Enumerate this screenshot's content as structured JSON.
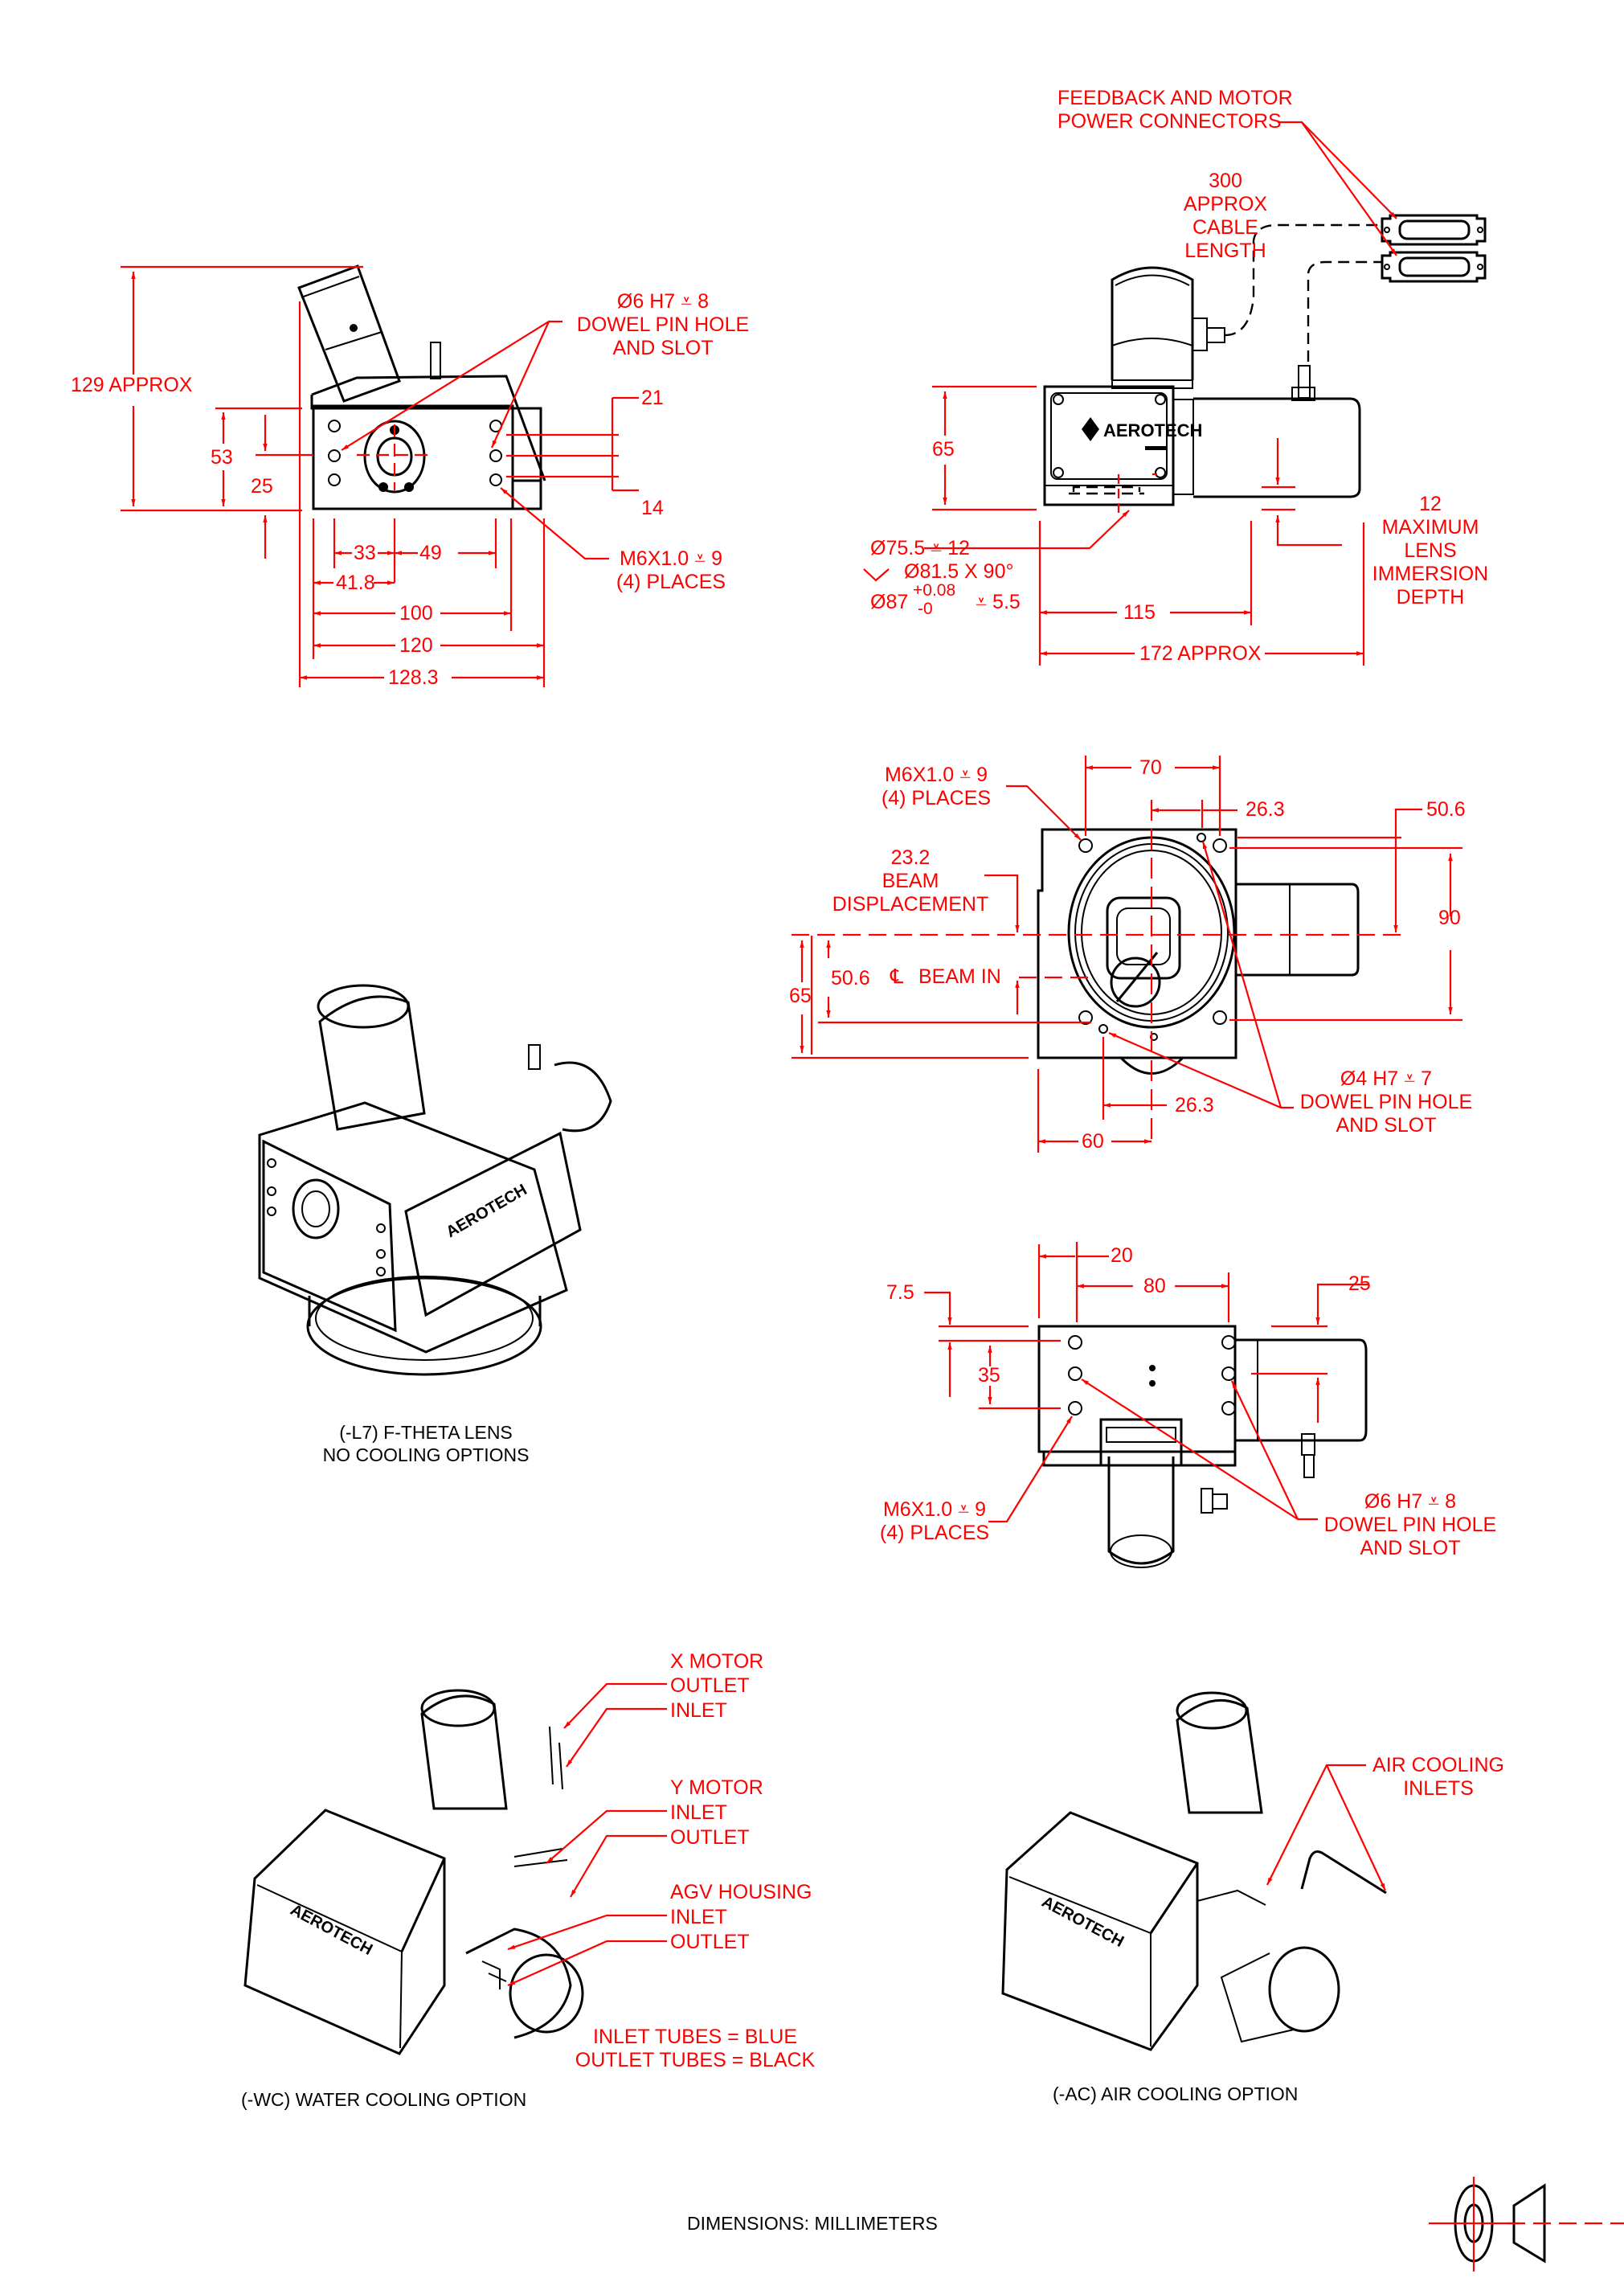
{
  "document": {
    "type": "engineering-dimension-drawing",
    "brand_label": "AEROTECH",
    "units_note": "DIMENSIONS:  MILLIMETERS",
    "colors": {
      "dimension": "#ff0000",
      "geometry": "#000000",
      "background": "#ffffff"
    }
  },
  "views": {
    "side_view": {
      "overall_height": "129 APPROX",
      "dims_vertical": [
        "53",
        "25"
      ],
      "dims_right": [
        "21",
        "14"
      ],
      "dims_horizontal": [
        "33",
        "49",
        "41.8",
        "100",
        "120",
        "128.3"
      ],
      "callout_dowel": [
        "Ø6 H7 ⩡ 8",
        "DOWEL PIN  HOLE",
        "AND SLOT"
      ],
      "callout_thread": [
        "M6X1.0 ⩡ 9",
        "(4) PLACES"
      ]
    },
    "front_view": {
      "connectors_callout": [
        "FEEDBACK AND MOTOR",
        "POWER CONNECTORS"
      ],
      "cable_length": [
        "300",
        "APPROX",
        "CABLE",
        "LENGTH"
      ],
      "height": "65",
      "bore_1": "Ø75.5 ⩡ 12",
      "bore_2": "Ø81.5 X 90°",
      "bore_3_base": "Ø87",
      "bore_3_tol_plus": "+0.08",
      "bore_3_tol_minus": "-0",
      "bore_3_depth": "⩡ 5.5",
      "width_body": "115",
      "width_overall": "172 APPROX",
      "immersion": [
        "12",
        "MAXIMUM",
        "LENS",
        "IMMERSION",
        "DEPTH"
      ]
    },
    "bottom_view": {
      "callout_thread": [
        "M6X1.0 ⩡ 9",
        "(4) PLACES"
      ],
      "dim_top": "70",
      "dim_dowel_x": "26.3",
      "dim_right_top": "50.6",
      "dim_right": "90",
      "beam_displacement": [
        "23.2",
        "BEAM",
        "DISPLACEMENT"
      ],
      "beam_in": "BEAM IN",
      "centerline_symbol": "℄",
      "dim_left_inner": "50.6",
      "dim_left_outer": "65",
      "dim_bottom_dowel": "26.3",
      "dim_bottom": "60",
      "callout_dowel": [
        "Ø4 H7 ⩡ 7",
        "DOWEL PIN HOLE",
        "AND SLOT"
      ]
    },
    "top_view": {
      "dim_20": "20",
      "dim_80": "80",
      "dim_7_5": "7.5",
      "dim_25": "25",
      "dim_35": "35",
      "callout_thread": [
        "M6X1.0 ⩡ 9",
        "(4) PLACES"
      ],
      "callout_dowel": [
        "Ø6 H7 ⩡ 8",
        "DOWEL PIN HOLE",
        "AND SLOT"
      ]
    },
    "iso_l7": {
      "caption": [
        "(-L7) F-THETA LENS",
        "NO COOLING OPTIONS"
      ]
    },
    "iso_wc": {
      "caption": "(-WC) WATER COOLING OPTION",
      "labels": {
        "x_motor": "X MOTOR",
        "x_outlet": "OUTLET",
        "x_inlet": "INLET",
        "y_motor": "Y MOTOR",
        "y_inlet": "INLET",
        "y_outlet": "OUTLET",
        "agv": "AGV HOUSING",
        "agv_inlet": "INLET",
        "agv_outlet": "OUTLET"
      },
      "legend": [
        "INLET TUBES = BLUE",
        "OUTLET TUBES = BLACK"
      ]
    },
    "iso_ac": {
      "caption": "(-AC) AIR COOLING OPTION",
      "callout": [
        "AIR COOLING",
        "INLETS"
      ]
    }
  },
  "projection_symbol": "third-angle-projection-icon"
}
